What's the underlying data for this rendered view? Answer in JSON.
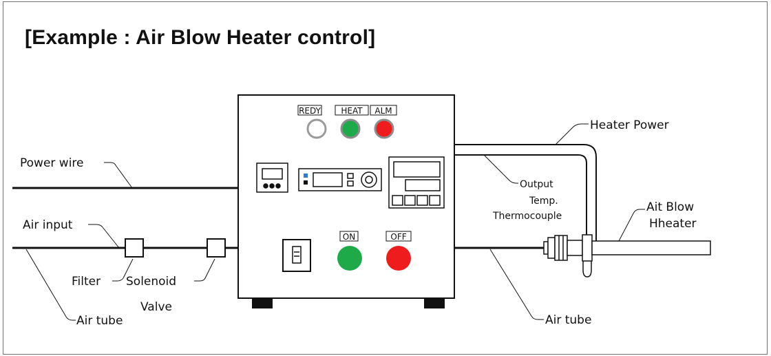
{
  "title": "[Example : Air Blow Heater control]",
  "colors": {
    "red": "#ee1c1c",
    "green": "#1faa4a",
    "outline": "#111111",
    "frame": "#6f6f6f"
  },
  "lamps": [
    {
      "label": "REDY",
      "color": "#ffffff"
    },
    {
      "label": "HEAT",
      "color": "#1faa4a"
    },
    {
      "label": "ALM",
      "color": "#ee1c1c"
    }
  ],
  "buttons": {
    "on_label": "ON",
    "off_label": "OFF"
  },
  "labels": {
    "power_wire": "Power wire",
    "air_input": "Air input",
    "filter": "Filter",
    "solenoid_1": "Solenoid",
    "solenoid_2": "Valve",
    "air_tube_left": "Air tube",
    "air_tube_right": "Air tube",
    "heater_power": "Heater Power",
    "output_1": "Output",
    "output_2": "Temp.",
    "output_3": "Thermocouple",
    "heater_1": "Ait Blow",
    "heater_2": "Hheater"
  }
}
